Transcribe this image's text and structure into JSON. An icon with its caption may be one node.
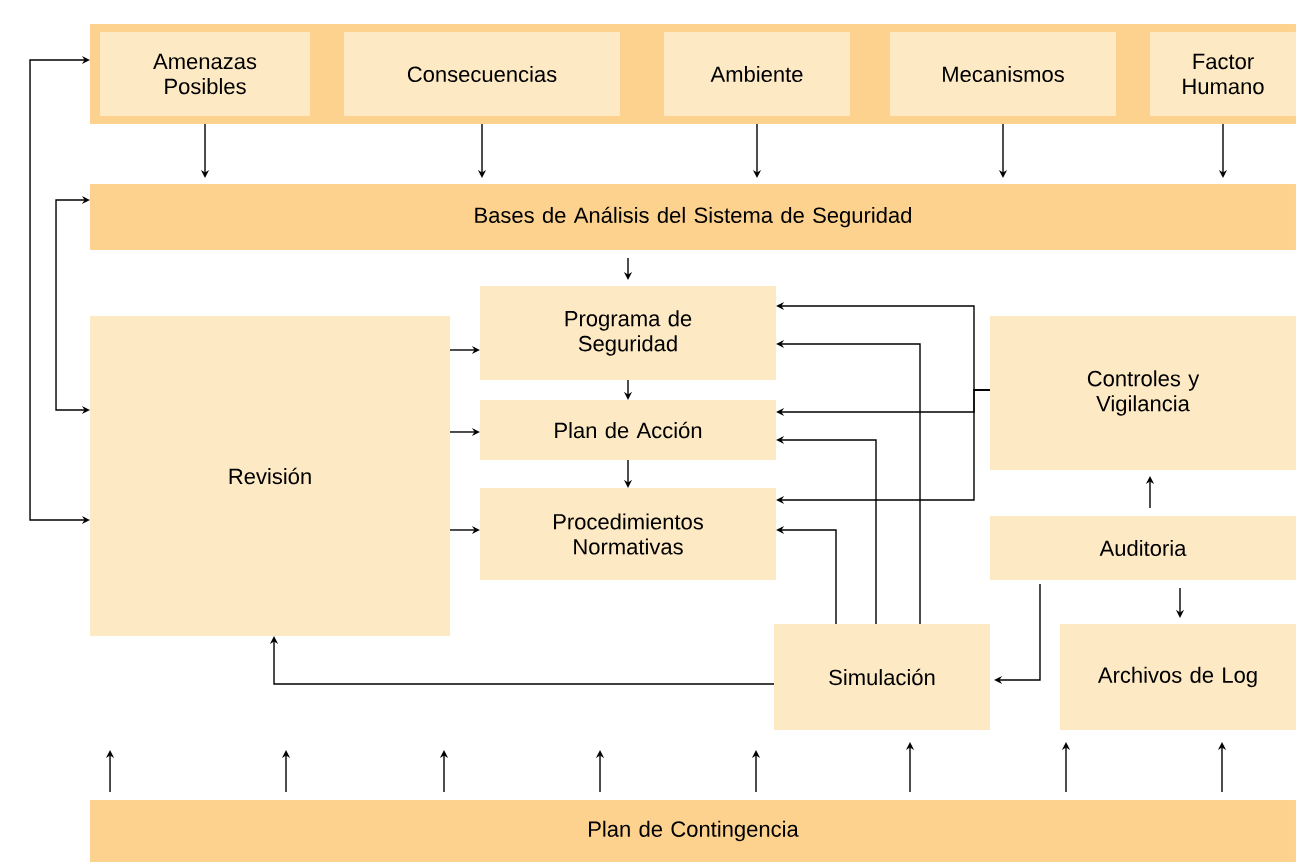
{
  "diagram": {
    "nodes": [
      {
        "text": [],
        "shape": "box"
      },
      {
        "text": [
          "Amenazas Posibles"
        ],
        "in": 0
      },
      {
        "text": [
          "Consecuencias"
        ],
        "in": 0
      },
      {
        "text": [
          "Ambiente"
        ],
        "in": 0
      },
      {
        "text": [
          "Mecanismos"
        ],
        "in": 0
      },
      {
        "text": [
          "Factor Humano"
        ],
        "in": 0
      },
      {
        "text": [
          "Bases de Análisis del Sistema de Seguridad"
        ]
      },
      {
        "text": [
          "Revisión"
        ]
      },
      {
        "text": [
          "Programa de Seguridad"
        ]
      },
      {
        "text": [
          "Plan de Acción"
        ]
      },
      {
        "text": [
          "Procedimientos Normativas"
        ]
      },
      {
        "text": [
          "Controles y Vigilancia"
        ]
      },
      {
        "text": [
          "Auditoria"
        ]
      },
      {
        "text": [
          "Simulación"
        ]
      },
      {
        "text": [
          "Archivos de Log"
        ]
      },
      {
        "text": [
          "Plan de Contingencia"
        ]
      }
    ],
    "edges": [
      {
        "from": 1,
        "to": 6,
        "arrow": "to"
      },
      {
        "from": 2,
        "to": 6,
        "arrow": "to"
      },
      {
        "from": 3,
        "to": 6,
        "arrow": "to"
      },
      {
        "from": 4,
        "to": 6,
        "arrow": "to"
      },
      {
        "from": 5,
        "to": 6,
        "arrow": "to"
      },
      {
        "from": 6,
        "to": 8,
        "arrow": "to"
      },
      {
        "from": 8,
        "to": 9,
        "arrow": "to"
      },
      {
        "from": 9,
        "to": 10,
        "arrow": "to"
      },
      {
        "from": 7,
        "to": 8,
        "arrow": "to"
      },
      {
        "from": 7,
        "to": 9,
        "arrow": "to"
      },
      {
        "from": 7,
        "to": 10,
        "arrow": "to"
      },
      {
        "from": 11,
        "to": 8,
        "arrow": "to"
      },
      {
        "from": 11,
        "to": 9,
        "arrow": "to"
      },
      {
        "from": 11,
        "to": 10,
        "arrow": "to"
      },
      {
        "from": 13,
        "to": 8,
        "arrow": "to"
      },
      {
        "from": 13,
        "to": 9,
        "arrow": "to"
      },
      {
        "from": 13,
        "to": 10,
        "arrow": "to"
      },
      {
        "from": 12,
        "to": 11,
        "arrow": "to"
      },
      {
        "from": 12,
        "to": 14,
        "arrow": "to"
      },
      {
        "from": 12,
        "to": 13,
        "arrow": "to"
      },
      {
        "from": 13,
        "to": 7,
        "arrow": "to"
      },
      {
        "from": 7,
        "to": 0,
        "arrow": "both"
      },
      {
        "from": 7,
        "to": 6,
        "arrow": "both"
      },
      {
        "from": 15,
        "to": null,
        "arrow": "to"
      },
      {
        "from": 15,
        "to": null,
        "arrow": "to"
      },
      {
        "from": 15,
        "to": null,
        "arrow": "to"
      },
      {
        "from": 15,
        "to": null,
        "arrow": "to"
      },
      {
        "from": 15,
        "to": null,
        "arrow": "to"
      },
      {
        "from": 15,
        "to": 13,
        "arrow": "to"
      },
      {
        "from": 15,
        "to": 14,
        "arrow": "to"
      },
      {
        "from": 15,
        "to": 14,
        "arrow": "to"
      }
    ]
  }
}
